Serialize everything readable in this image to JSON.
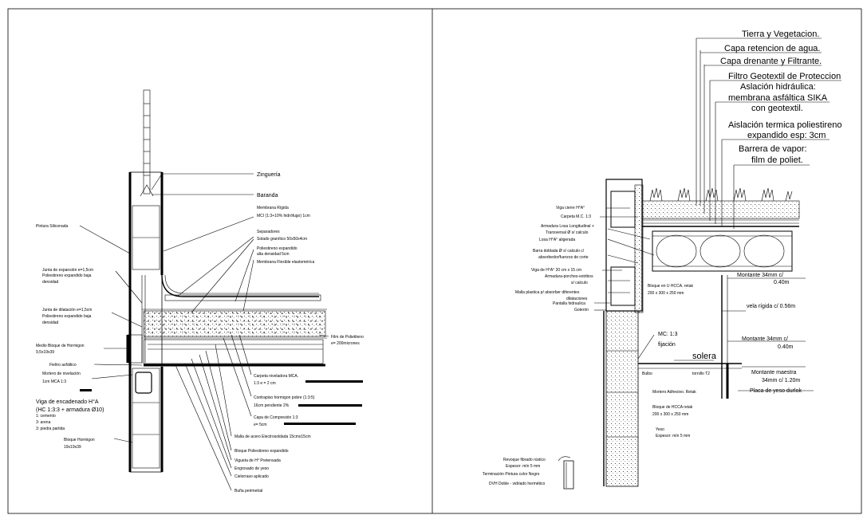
{
  "left_detail": {
    "labels_right": [
      "Zinguería",
      "Baranda",
      "Membrana Rígida",
      "MCI (1:3+10% hidrófugo) 1cm",
      "Separadores",
      "Solado granítico 50x50x4cm",
      "Poliestireno expandido",
      "alta densidad 5cm",
      "Membrana Flexible elastomérica",
      "Film de Polietileno",
      "e= 200micrones",
      "Carpeta niveladora MCA.",
      "1:3 e = 2 cm",
      "Contrapiso hormigon pobre (1:3:5)",
      "16cm pendiente 2%",
      "Capa de Compresión 1:3",
      "e= 5cm",
      "Malla de acero Electrosoldada 15cmx15cm",
      "Bloque Poliestireno expandido",
      "Vigueta de H° Pretensada",
      "Engrosado de yeso",
      "Cielorraso aplicado",
      "Buña perimetral"
    ],
    "labels_left": [
      "Pintura Siliconada",
      "Junta de expansión e=1,5cm",
      "Poliestireno expandido baja",
      "densidad",
      "Junta de dilatación e=1,5cm",
      "Poliestireno expandido baja",
      "densidad",
      "Medio Bloque de Hormigon",
      "9,5x19x39",
      "Fieltro asfáltico",
      "Mortero de nivelación",
      "1cm MCA 1:3",
      "Viga de encadenado H°A",
      "(HC 1:3:3 + armadura Ø10)",
      "1: cemento",
      "3: arena",
      "3: piedra partida",
      "Bloque Hormigon",
      "19x19x39"
    ]
  },
  "right_detail": {
    "roof_layers": [
      "Tierra y Vegetacion.",
      "Capa retencion de agua.",
      "Capa drenante y Filtrante.",
      "Filtro Geotextil de Proteccion",
      "Aslación hidráulica:",
      "membrana asfáltica SIKA",
      "con geotextil.",
      "Aislación termica poliestireno",
      "expandido esp: 3cm",
      "Barrera de vapor:",
      "film de poliet."
    ],
    "labels_left": [
      "Viga cierre H°A°",
      "Carpeta M.C. 1:3",
      "Armadura Losa Longitudinal +",
      "Transversal Ø s/ calculo",
      "Losa H°A° aligerada",
      "Barra doblada Ø s/ calculo c/",
      "absorbedor/fuerzos de corte",
      "Viga de H°A° 20 cm x 15 cm",
      "Armadura-porches-estribos",
      "s/ calculo",
      "Malla plastica p/ absorber diferentes",
      "dilataciones",
      "Pantalla hidraulica",
      "Goterón",
      "Revoque fibrado rústico",
      "Espesor: mín 5 mm",
      "Terminación Pintura color Negro",
      "DVH Doble - vidriado hermético"
    ],
    "labels_mid": [
      "Bloque en U HCCA. retak",
      "200 x 300 x 250 mm",
      "MC: 1:3",
      "fijación",
      "solera",
      "Bulbo",
      "tornillo T2",
      "Mortero Adhesivo. Retak",
      "Bloque de HCCA retak",
      "200 x 300 x 250 mm",
      "Yeso",
      "Espesor: mín 5 mm"
    ],
    "labels_right": [
      "Montante 34mm c/",
      "0.40m",
      "vela rígida c/ 0.56m",
      "Montante 34mm c/",
      "0.40m",
      "Montante maestra",
      "34mm c/ 1.20m",
      "Placa de yeso durlok"
    ]
  }
}
